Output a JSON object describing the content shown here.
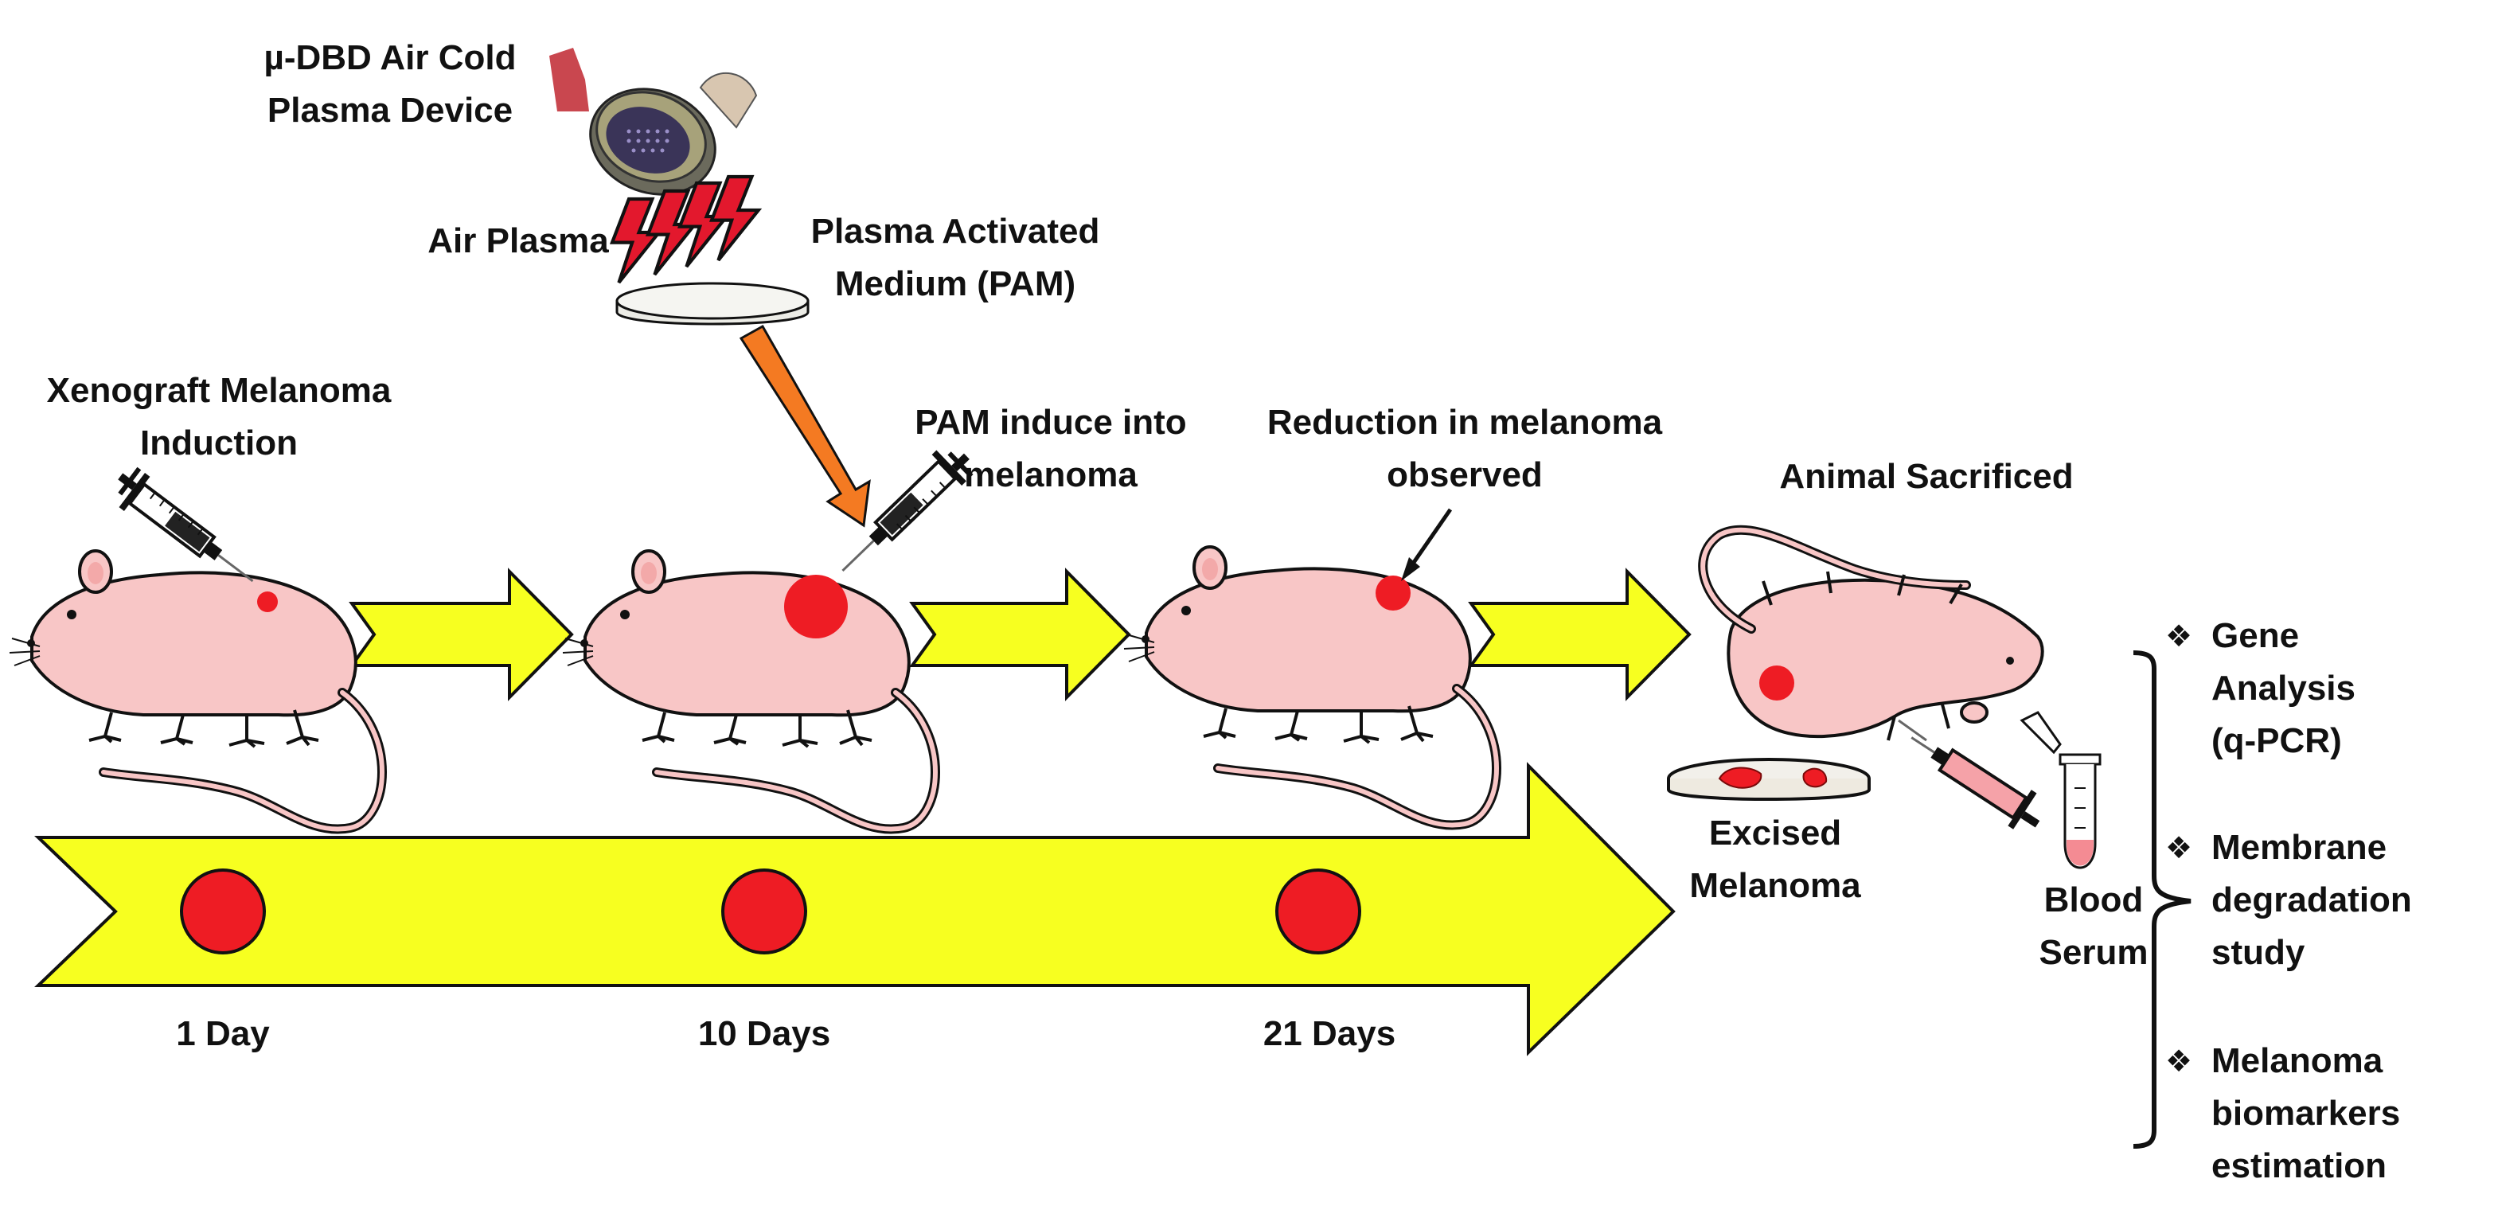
{
  "device": {
    "lines": [
      "µ-DBD Air Cold",
      "Plasma Device"
    ]
  },
  "air_plasma": "Air Plasma",
  "pam": {
    "lines": [
      "Plasma Activated",
      "Medium (PAM)"
    ]
  },
  "steps": [
    {
      "lines": [
        "Xenograft Melanoma",
        "Induction"
      ]
    },
    {
      "lines": [
        "PAM induce into",
        "melanoma"
      ]
    },
    {
      "lines": [
        "Reduction in melanoma",
        "observed"
      ]
    },
    {
      "lines": [
        "Animal Sacrificed"
      ]
    }
  ],
  "timeline": [
    "1 Day",
    "10 Days",
    "21 Days"
  ],
  "excised": {
    "lines": [
      "Excised",
      "Melanoma"
    ]
  },
  "blood": {
    "lines": [
      "Blood",
      "Serum"
    ]
  },
  "analyses": [
    {
      "lines": [
        "Gene",
        "Analysis",
        "(q-PCR)"
      ]
    },
    {
      "lines": [
        "Membrane",
        "degradation",
        "study"
      ]
    },
    {
      "lines": [
        "Melanoma",
        "biomarkers",
        "estimation"
      ]
    }
  ],
  "colors": {
    "mouse": "#f8c6c6",
    "tumor": "#ee1c24",
    "arrow_yellow": "#f7ff20",
    "orange_arrow": "#f47a22",
    "lightning": "#e3182d"
  },
  "bullet_glyph": "❖"
}
